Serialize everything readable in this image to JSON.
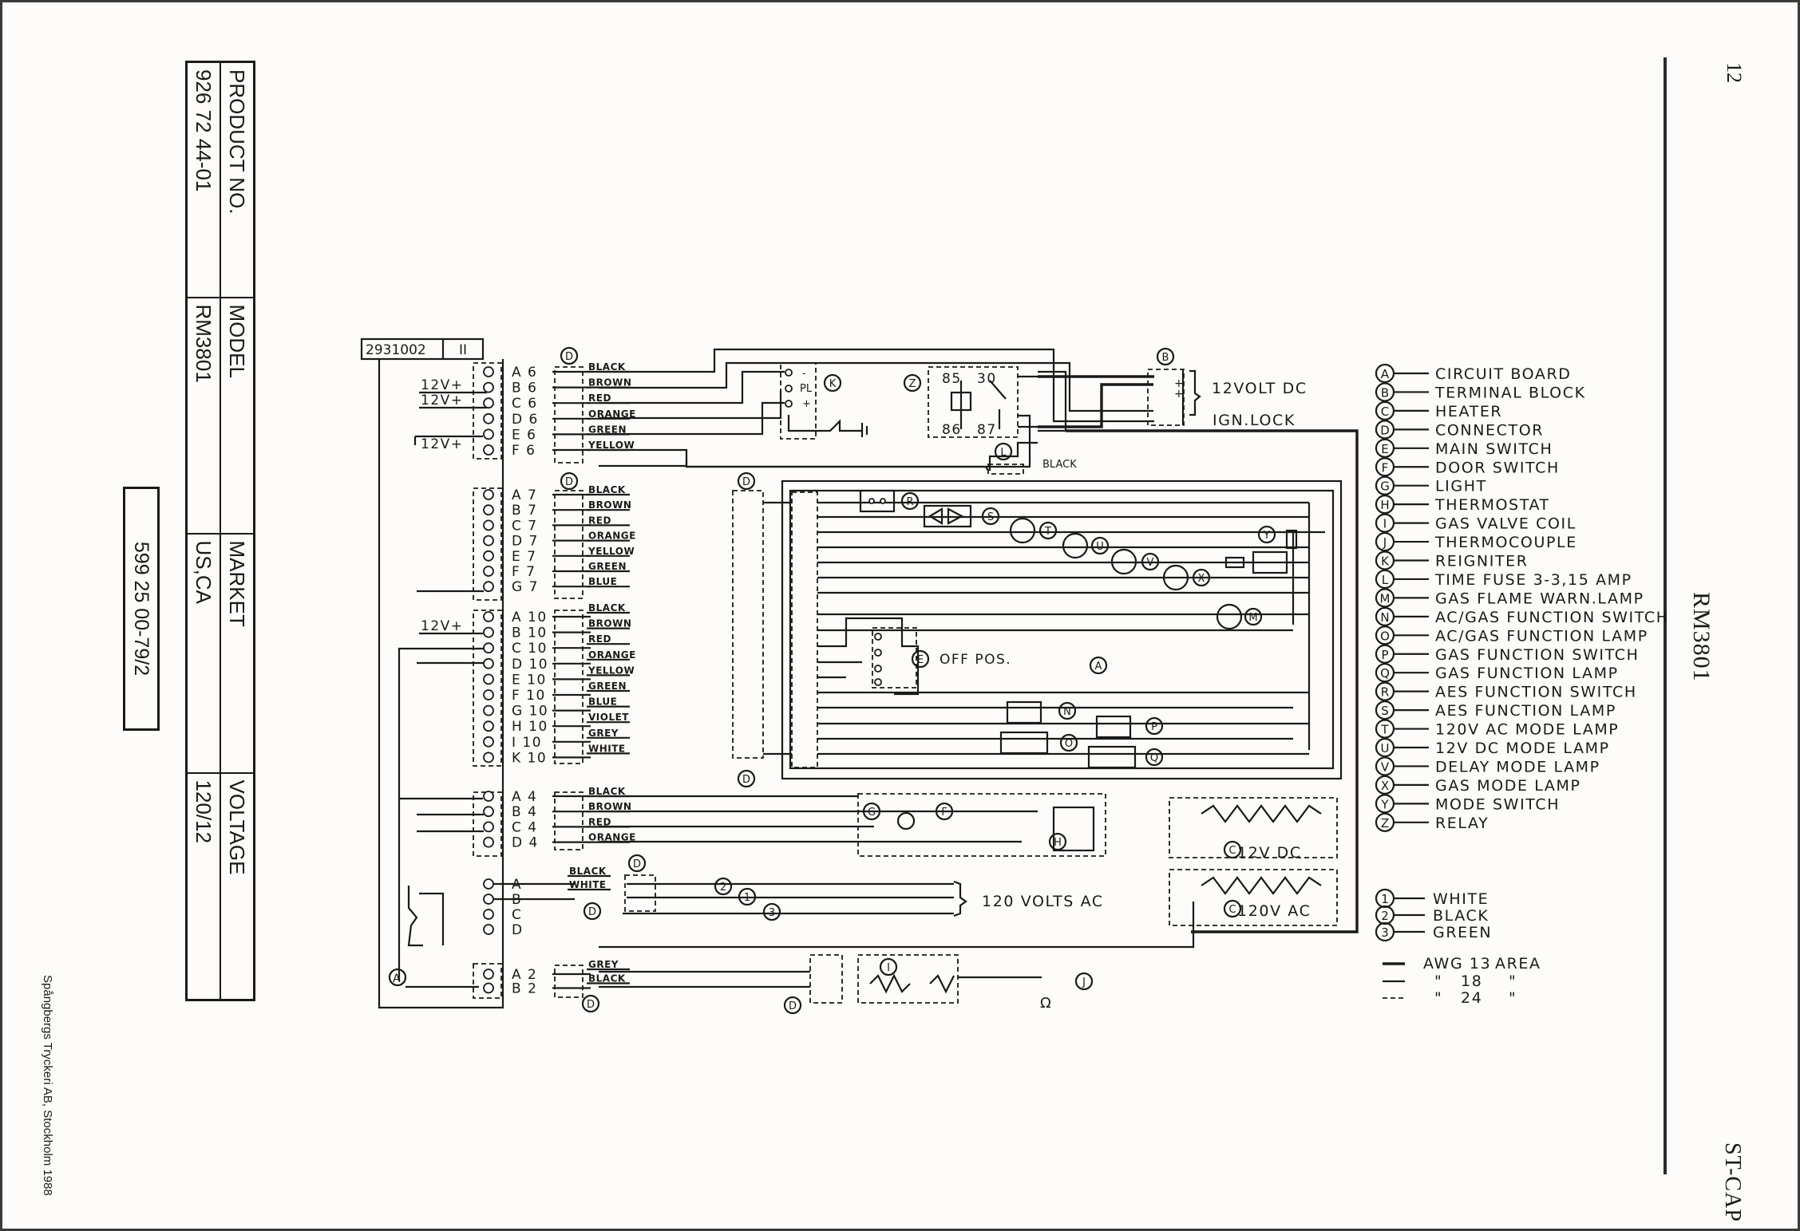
{
  "header": {
    "page_number": "12",
    "model_title": "RM3801",
    "footer_code": "ST-CAP",
    "printer_line": "Spångbergs Tryckeri AB, Stockholm 1988"
  },
  "info_table": {
    "headers": [
      "PRODUCT NO.",
      "MODEL",
      "MARKET",
      "VOLTAGE"
    ],
    "values": [
      "926 72 44-01",
      "RM3801",
      "US,CA",
      "120/12"
    ]
  },
  "part_number": "599 25 00-79/2",
  "diagram": {
    "ref_code": "2931002",
    "ref_rev": "II",
    "twelve_v_labels": [
      "12V+",
      "12V+",
      "12V+",
      "12V+"
    ],
    "groups": [
      {
        "terminals": [
          "A 6",
          "B 6",
          "C 6",
          "D 6",
          "E 6",
          "F 6"
        ],
        "wires": [
          "BLACK",
          "BROWN",
          "RED",
          "ORANGE",
          "GREEN",
          "YELLOW"
        ]
      },
      {
        "terminals": [
          "A 7",
          "B 7",
          "C 7",
          "D 7",
          "E 7",
          "F 7",
          "G 7"
        ],
        "wires": [
          "BLACK",
          "BROWN",
          "RED",
          "ORANGE",
          "YELLOW",
          "GREEN",
          "BLUE"
        ]
      },
      {
        "terminals": [
          "A 10",
          "B 10",
          "C 10",
          "D 10",
          "E 10",
          "F 10",
          "G 10",
          "H 10",
          "I 10",
          "K 10"
        ],
        "wires": [
          "BLACK",
          "BROWN",
          "RED",
          "ORANGE",
          "YELLOW",
          "GREEN",
          "BLUE",
          "VIOLET",
          "GREY",
          "WHITE"
        ]
      },
      {
        "terminals": [
          "A 4",
          "B 4",
          "C 4",
          "D 4"
        ],
        "wires": [
          "BLACK",
          "BROWN",
          "RED",
          "ORANGE"
        ]
      },
      {
        "terminals": [
          "A",
          "B",
          "C",
          "D"
        ],
        "wires": [
          "BLACK",
          "WHITE"
        ]
      },
      {
        "terminals": [
          "A 2",
          "B 2"
        ],
        "wires": [
          "GREY",
          "BLACK"
        ]
      }
    ],
    "relay_pins": [
      "85",
      "30",
      "86",
      "87"
    ],
    "k_labels": [
      "-",
      "PL",
      "+"
    ],
    "twelve_volt_dc": "12VOLT DC",
    "ign_lock": "IGN.LOCK",
    "fuse_wire": "BLACK",
    "off_pos": "OFF POS.",
    "heater_dc": "12V DC",
    "heater_ac": "120V AC",
    "volts_ac": "120 VOLTS AC",
    "letters": {
      "A": "A",
      "B": "B",
      "C": "C",
      "D": "D",
      "E": "E",
      "F": "F",
      "G": "G",
      "H": "H",
      "I": "I",
      "J": "J",
      "K": "K",
      "L": "L",
      "M": "M",
      "N": "N",
      "O": "O",
      "P": "P",
      "Q": "Q",
      "R": "R",
      "S": "S",
      "T": "T",
      "U": "U",
      "V": "V",
      "X": "X",
      "Y": "Y",
      "Z": "Z",
      "n1": "1",
      "n2": "2",
      "n3": "3"
    }
  },
  "legend": {
    "items": [
      {
        "key": "A",
        "text": "CIRCUIT BOARD"
      },
      {
        "key": "B",
        "text": "TERMINAL BLOCK"
      },
      {
        "key": "C",
        "text": "HEATER"
      },
      {
        "key": "D",
        "text": "CONNECTOR"
      },
      {
        "key": "E",
        "text": "MAIN SWITCH"
      },
      {
        "key": "F",
        "text": "DOOR SWITCH"
      },
      {
        "key": "G",
        "text": "LIGHT"
      },
      {
        "key": "H",
        "text": "THERMOSTAT"
      },
      {
        "key": "I",
        "text": "GAS VALVE COIL"
      },
      {
        "key": "J",
        "text": "THERMOCOUPLE"
      },
      {
        "key": "K",
        "text": "REIGNITER"
      },
      {
        "key": "L",
        "text": "TIME FUSE 3-3,15 AMP"
      },
      {
        "key": "M",
        "text": "GAS FLAME WARN.LAMP"
      },
      {
        "key": "N",
        "text": "AC/GAS FUNCTION SWITCH"
      },
      {
        "key": "O",
        "text": "AC/GAS FUNCTION LAMP"
      },
      {
        "key": "P",
        "text": "GAS FUNCTION SWITCH"
      },
      {
        "key": "Q",
        "text": "GAS FUNCTION LAMP"
      },
      {
        "key": "R",
        "text": "AES FUNCTION SWITCH"
      },
      {
        "key": "S",
        "text": "AES FUNCTION LAMP"
      },
      {
        "key": "T",
        "text": "120V AC MODE LAMP"
      },
      {
        "key": "U",
        "text": "12V DC MODE LAMP"
      },
      {
        "key": "V",
        "text": "DELAY MODE LAMP"
      },
      {
        "key": "X",
        "text": "GAS MODE LAMP"
      },
      {
        "key": "Y",
        "text": "MODE SWITCH"
      },
      {
        "key": "Z",
        "text": "RELAY"
      }
    ],
    "wire_colors": [
      {
        "key": "1",
        "text": "WHITE"
      },
      {
        "key": "2",
        "text": "BLACK"
      },
      {
        "key": "3",
        "text": "GREEN"
      }
    ],
    "awg_header": "AWG 13",
    "area_header": "AREA",
    "awg_rows": [
      {
        "gauge": "18",
        "area": "\""
      },
      {
        "gauge": "24",
        "area": "\""
      }
    ],
    "awg_prefix": "\""
  }
}
